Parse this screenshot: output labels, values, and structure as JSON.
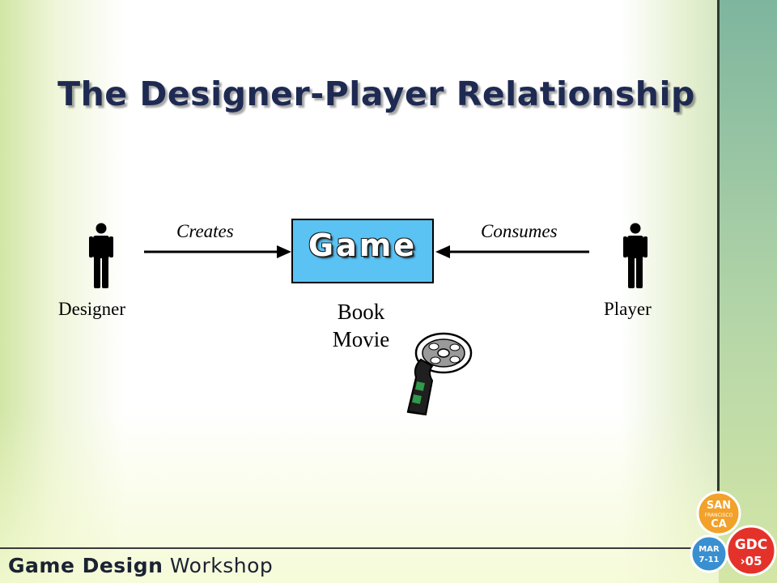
{
  "slide": {
    "title": "The Designer-Player Relationship"
  },
  "diagram": {
    "center_box": "Game",
    "left_actor": "Designer",
    "right_actor": "Player",
    "left_arrow_label": "Creates",
    "right_arrow_label": "Consumes",
    "media_items": [
      "Book",
      "Movie"
    ],
    "box_color": "#5ac3f4"
  },
  "footer": {
    "title_bold": "Game Design",
    "title_regular": "Workshop"
  },
  "badge": {
    "city_top": "SAN",
    "city_mid": "FRANCISCO",
    "city_bottom": "CA",
    "event": "GDC",
    "year": "›05",
    "month": "MAR",
    "dates": "7-11"
  },
  "icons": [
    "person-icon",
    "film-reel-icon"
  ]
}
